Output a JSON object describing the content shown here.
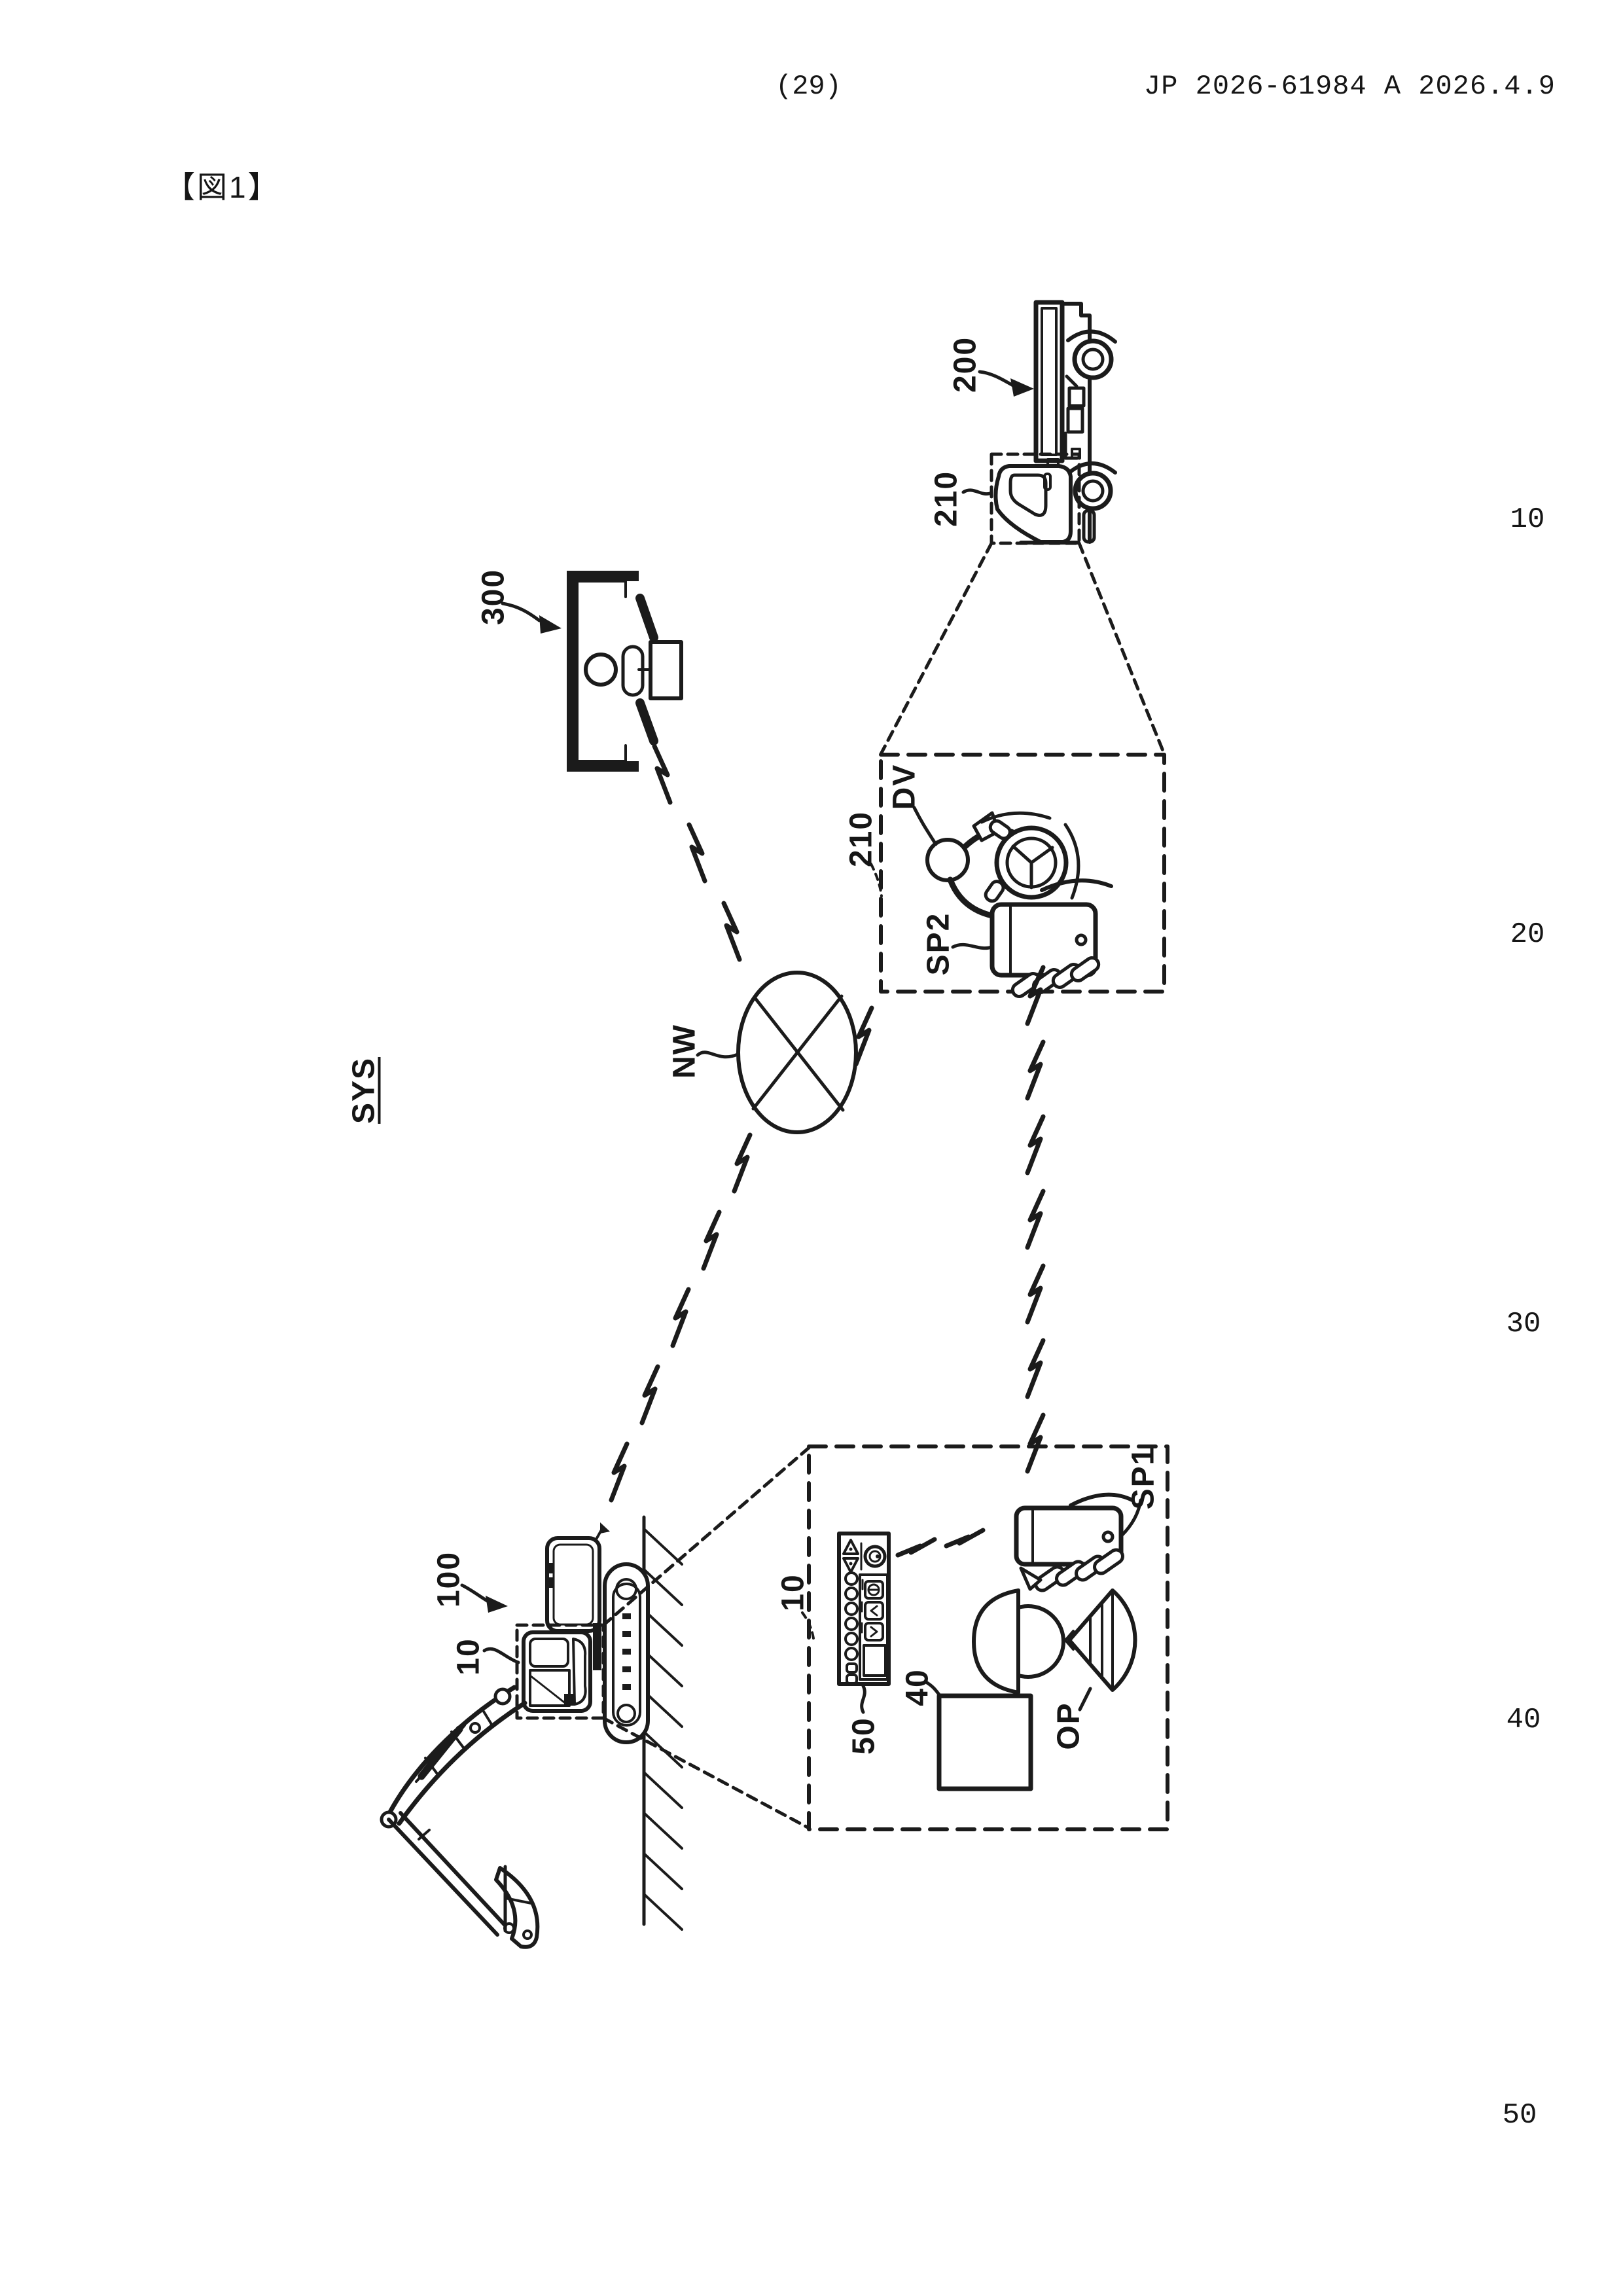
{
  "header": {
    "page_number": "(29)",
    "publication_id": "JP  2026-61984  A  2026.4.9"
  },
  "figure": {
    "caption": "【図1】",
    "system_label": "SYS"
  },
  "labels": {
    "network": "NW",
    "dump_truck": "200",
    "truck_cab": "210",
    "cab_detail_box": "210",
    "driver": "DV",
    "driver_phone": "SP2",
    "remote_station": "300",
    "excavator": "100",
    "excavator_cab": "10",
    "site_detail_box": "10",
    "control_device": "50",
    "storage_box": "40",
    "operator": "OP",
    "operator_phone": "SP1"
  },
  "margin_line_numbers": [
    "10",
    "20",
    "30",
    "40",
    "50"
  ]
}
